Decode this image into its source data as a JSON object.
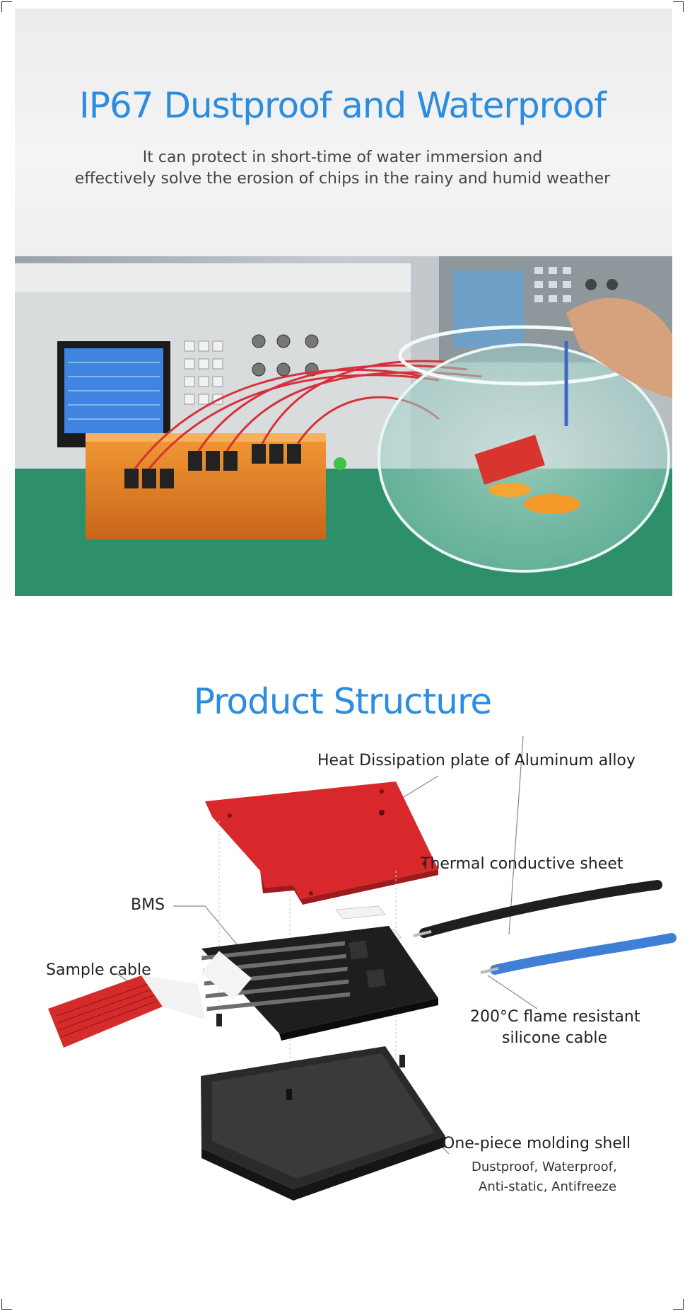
{
  "ip_section": {
    "title": "IP67 Dustproof and Waterproof",
    "subtitle_line1": "It can protect in short-time of water immersion and",
    "subtitle_line2": "effectively solve the erosion of chips in the rainy and humid weather"
  },
  "structure_section": {
    "title": "Product Structure",
    "labels": {
      "heat_plate": "Heat Dissipation plate of Aluminum alloy",
      "thermal_sheet": "Thermal conductive sheet",
      "bms": "BMS",
      "sample_cable": "Sample cable",
      "silicone_line1": "200°C flame resistant",
      "silicone_line2": "silicone cable",
      "shell": "One-piece molding shell",
      "shell_note1": "Dustproof, Waterproof,",
      "shell_note2": "Anti-static, Antifreeze"
    }
  },
  "colors": {
    "title_blue": "#2b8ce0",
    "plate_red": "#d9282c",
    "cable_blue": "#3f7fd6",
    "shell_black": "#2a2a2a"
  }
}
